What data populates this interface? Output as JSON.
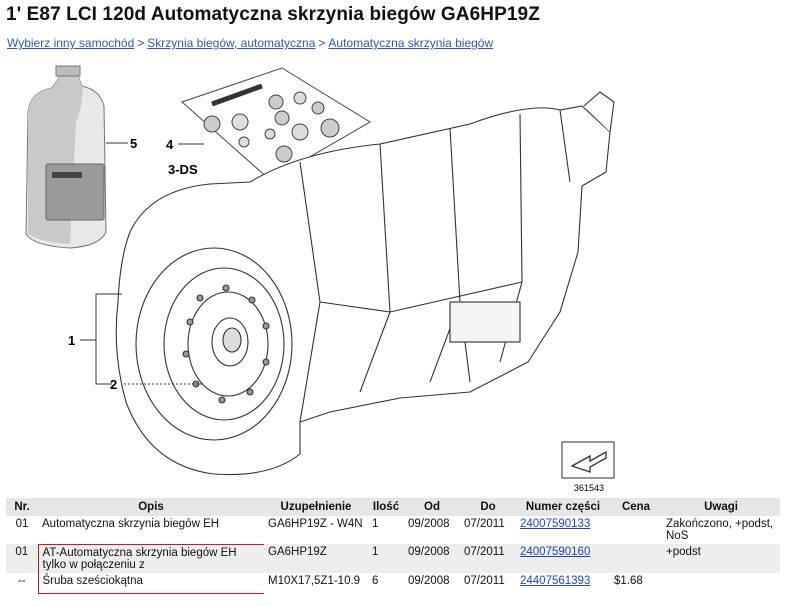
{
  "page": {
    "title": "1' E87 LCI 120d Automatyczna skrzynia biegów GA6HP19Z"
  },
  "breadcrumb": {
    "items": [
      "Wybierz inny samochód",
      "Skrzynia biegów, automatyczna",
      "Automatyczna skrzynia biegów"
    ],
    "separator": ">"
  },
  "diagram": {
    "callouts": [
      "1",
      "2",
      "3-DS",
      "4",
      "5"
    ],
    "image_number": "361543"
  },
  "table": {
    "headers": [
      "Nr.",
      "Opis",
      "Uzupełnienie",
      "Ilość",
      "Od",
      "Do",
      "Numer części",
      "Cena",
      "Uwagi"
    ],
    "rows": [
      {
        "nr": "01",
        "opis": "Automatyczna skrzynia biegów EH",
        "opis2": "",
        "uzup": "GA6HP19Z - W4N",
        "ilosc": "1",
        "od": "09/2008",
        "do": "07/2011",
        "numer": "24007590133",
        "cena": "",
        "uwagi": "Zakończono, +podst, NoS"
      },
      {
        "nr": "01",
        "opis": "AT-Automatyczna skrzynia biegów EH",
        "opis2": "tylko w połączeniu z",
        "uzup": "GA6HP19Z",
        "ilosc": "1",
        "od": "09/2008",
        "do": "07/2011",
        "numer": "24007590160",
        "cena": "",
        "uwagi": "+podst"
      },
      {
        "nr": "--",
        "opis": "Śruba sześciokątna",
        "opis2": "",
        "uzup": "M10X17,5Z1-10.9",
        "ilosc": "6",
        "od": "09/2008",
        "do": "07/2011",
        "numer": "24407561393",
        "cena": "$1.68",
        "uwagi": ""
      }
    ]
  }
}
